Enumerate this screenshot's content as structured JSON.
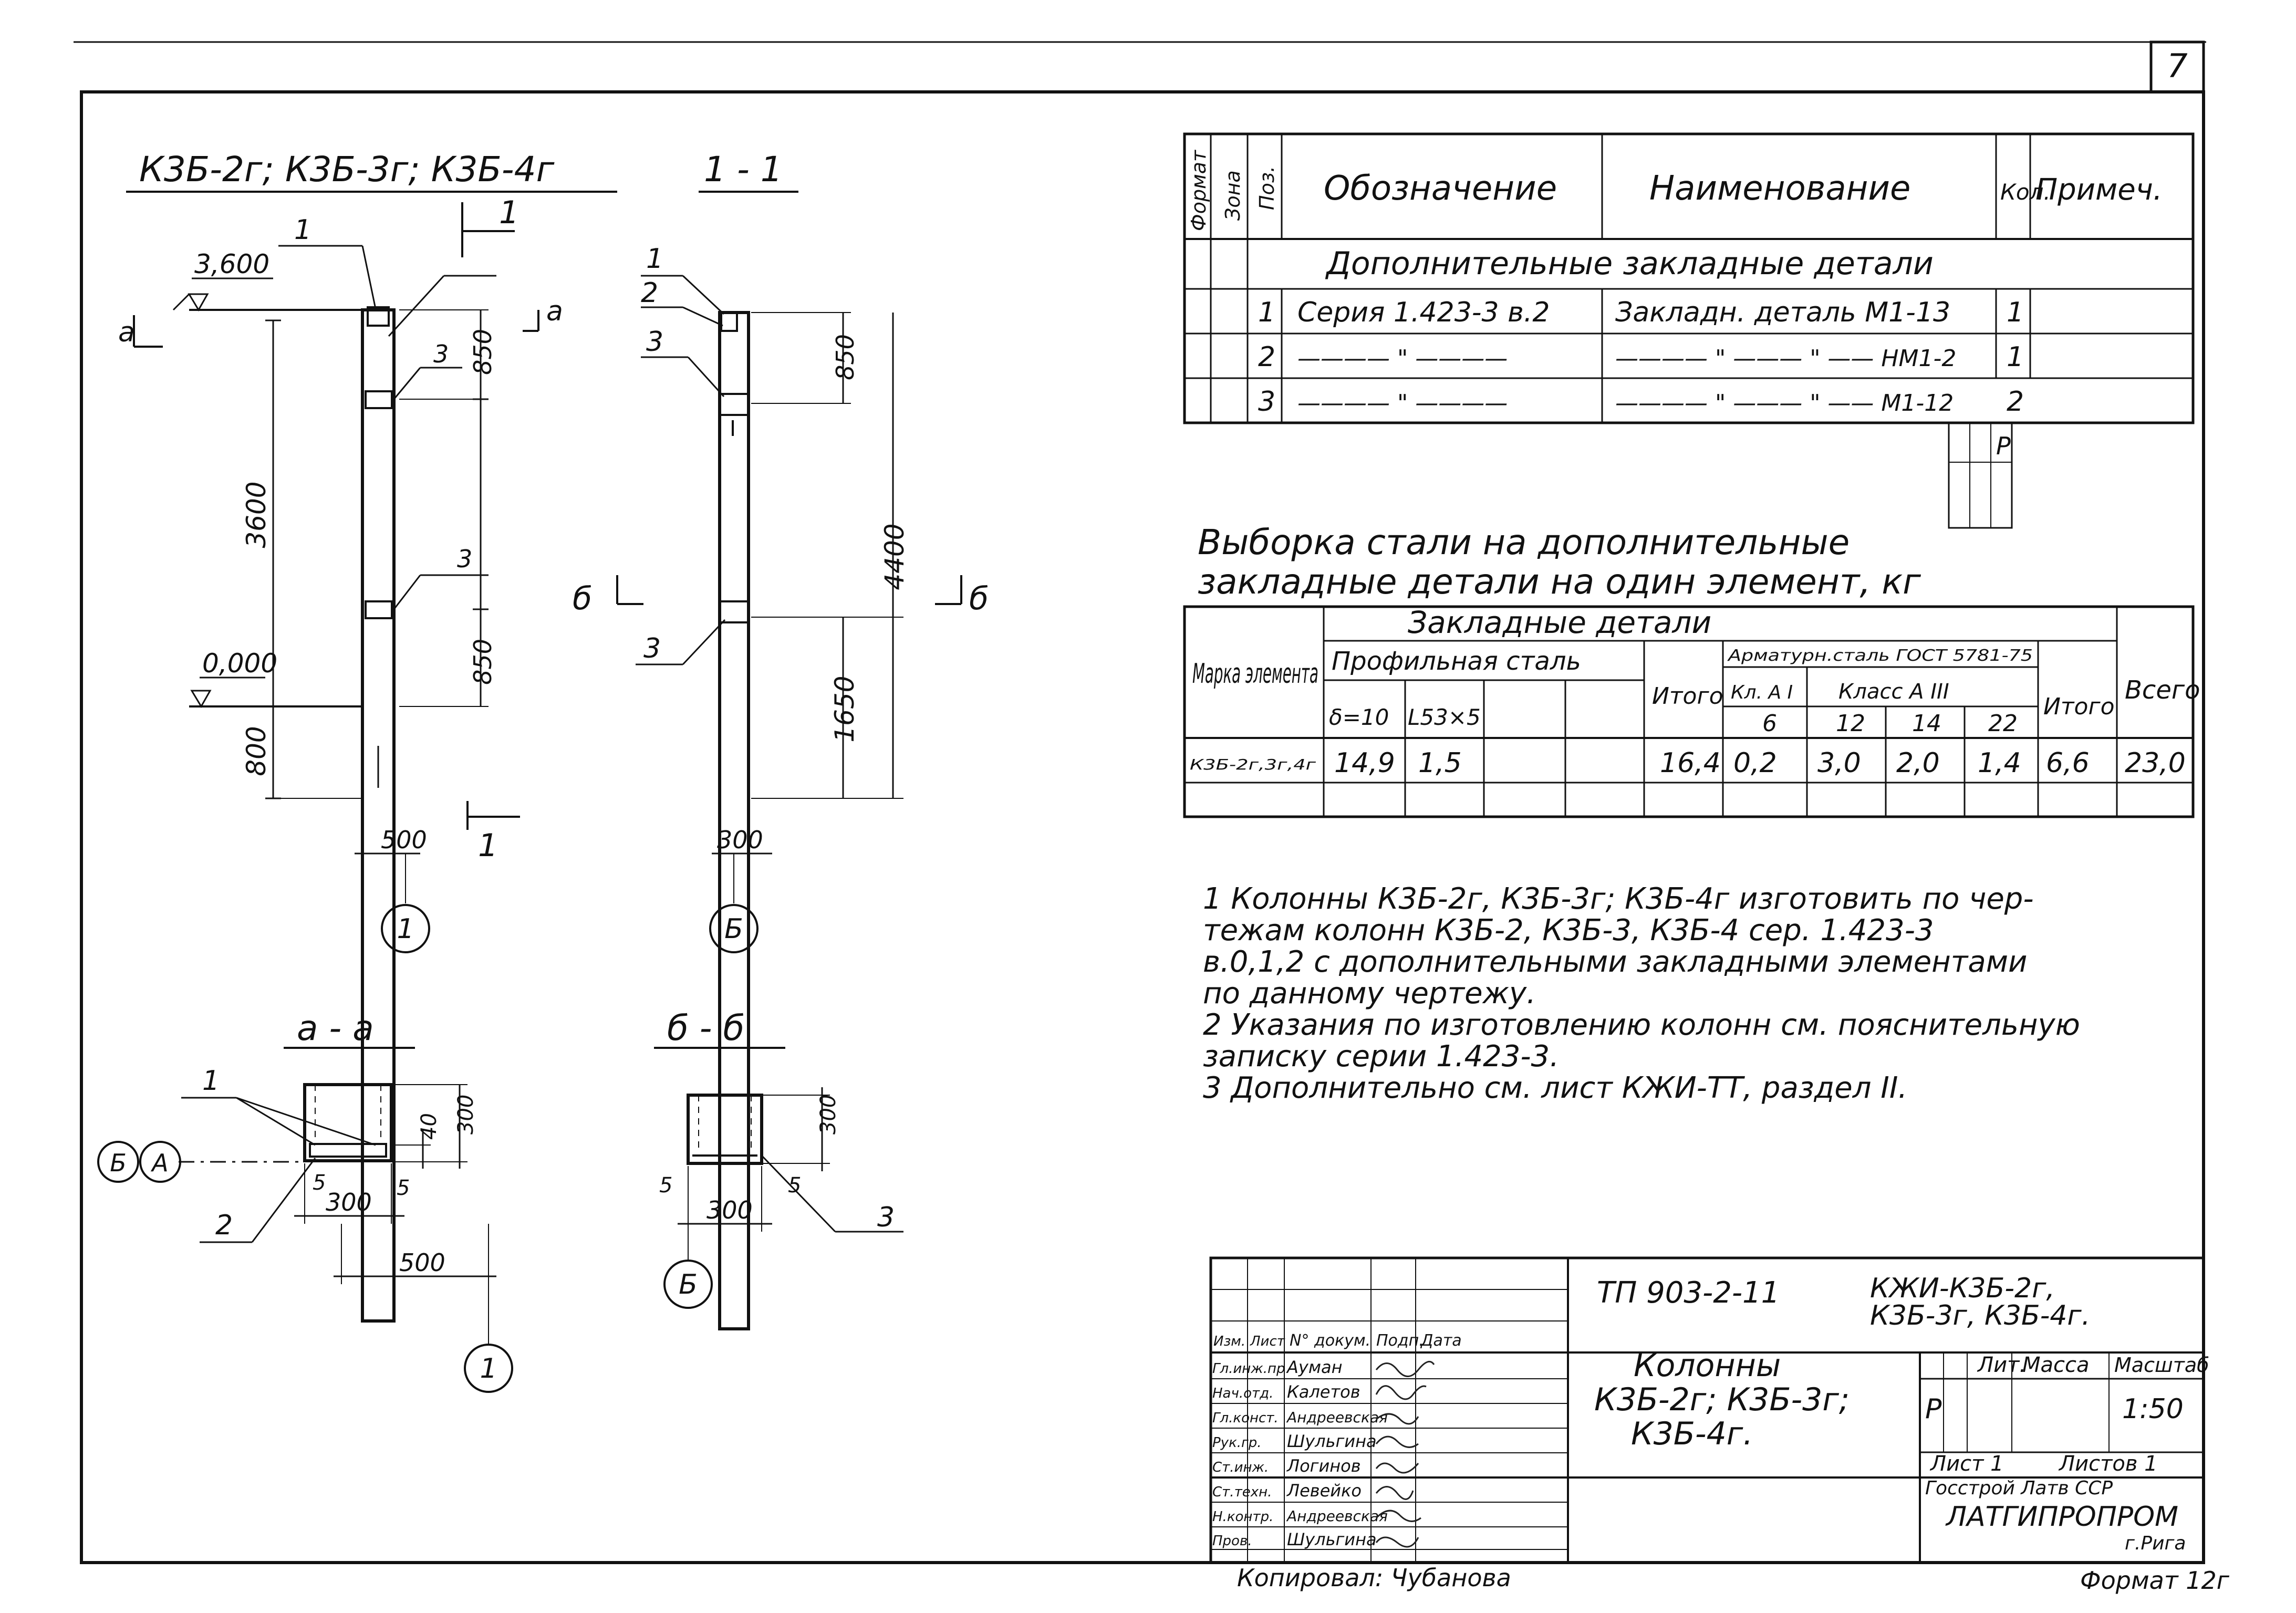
{
  "sheet": {
    "page_number": "7",
    "format_note": "Формат 12г",
    "copied_by": "Копировал: Чубанова"
  },
  "elevation": {
    "title": "К3Б-2г; К3Б-3г; К3Б-4г",
    "section_mark": "1",
    "level_top": "3,600",
    "level_zero": "0,000",
    "mark_a": "а",
    "dim_3600": "3600",
    "dim_850_top": "850",
    "dim_850_bottom": "850",
    "dim_800": "800",
    "dim_500": "500",
    "axis": "1",
    "callouts": [
      "1",
      "3",
      "3"
    ]
  },
  "section11": {
    "title": "1 - 1",
    "mark_b": "б",
    "dim_850": "850",
    "dim_4400": "4400",
    "dim_1650": "1650",
    "dim_300": "300",
    "axis": "Б",
    "callouts": [
      "1",
      "2",
      "3",
      "3"
    ]
  },
  "section_aa": {
    "title": "а - а",
    "dim_40": "40",
    "dim_300v": "300",
    "dim_5l": "5",
    "dim_5r": "5",
    "dim_300": "300",
    "dim_500": "500",
    "axis_b": "Б",
    "axis_a": "А",
    "axis_1": "1",
    "callout_1": "1",
    "callout_2": "2"
  },
  "section_bb": {
    "title": "б - б",
    "dim_300v": "300",
    "dim_5l": "5",
    "dim_5r": "5",
    "dim_300": "300",
    "axis": "Б",
    "callout_3": "3"
  },
  "spec_table": {
    "headers": {
      "format": "Формат",
      "zone": "Зона",
      "pos": "Поз.",
      "designation": "Обозначение",
      "name": "Наименование",
      "qty": "Кол.",
      "note": "Примеч."
    },
    "section_title": "Дополнительные закладные детали",
    "rows": [
      {
        "pos": "1",
        "designation": "Серия 1.423-3 в.2",
        "name": "Закладн. деталь  М1-13",
        "qty": "1"
      },
      {
        "pos": "2",
        "designation": "———— \" ————",
        "name": "———— \" ——— \" —— НМ1-2",
        "qty": "1"
      },
      {
        "pos": "3",
        "designation": "———— \" ————",
        "name": "———— \" ——— \" —— М1-12",
        "qty": "2"
      }
    ],
    "stamp_note": "Р"
  },
  "steel_table": {
    "title_line1": "Выборка   стали   на   дополнительные",
    "title_line2": "закладные  детали  на  один  элемент, кг",
    "h_mark": "Марка элемента",
    "h_embedded": "Закладные       детали",
    "h_profile": "Профильная сталь",
    "h_rebar": "Арматурн.сталь ГОСТ 5781-75",
    "h_class_ai": "Кл. А I",
    "h_class_aiii": "Класс А III",
    "h_total_sub": "Итого",
    "h_total_sub2": "Итого",
    "h_total": "Всего",
    "h_d10": "δ=10",
    "h_l53": "L53×5",
    "h_6": "6",
    "h_12": "12",
    "h_14": "14",
    "h_22": "22",
    "row": {
      "mark": "К3Б-2г,3г,4г",
      "d10": "14,9",
      "l53": "1,5",
      "total_profile": "16,4",
      "r6": "0,2",
      "r12": "3,0",
      "r14": "2,0",
      "r22": "1,4",
      "total_rebar": "6,6",
      "total": "23,0"
    }
  },
  "notes": [
    "1 Колонны  К3Б-2г, К3Б-3г; К3Б-4г  изготовить по чер-",
    "   тежам  колонн  К3Б-2,  К3Б-3,  К3Б-4 сер. 1.423-3",
    "   в.0,1,2  с  дополнительными   закладными элементами",
    "   по  данному  чертежу.",
    "2 Указания  по изготовлению  колонн  см. пояснительную",
    "   записку    серии  1.423-3.",
    "3 Дополнительно см.  лист  КЖИ-ТТ,  раздел II."
  ],
  "title_block": {
    "code": "ТП 903-2-11",
    "sheet_code_1": "КЖИ-К3Б-2г,",
    "sheet_code_2": "К3Б-3г, К3Б-4г.",
    "name_1": "Колонны",
    "name_2": "К3Б-2г; К3Б-3г;",
    "name_3": "К3Б-4г.",
    "stage_label": "Лит.",
    "mass_label": "Масса",
    "scale_label": "Масштаб",
    "stage": "Р",
    "scale": "1:50",
    "sheet_label": "Лист 1",
    "sheets_label": "Листов 1",
    "org_1": "Госстрой Латв ССР",
    "org_2": "ЛАТГИПРОПРОМ",
    "org_3": "г.Рига",
    "col_headers": [
      "Изм.",
      "Лист",
      "N° докум.",
      "Подп.",
      "Дата"
    ],
    "staff": [
      {
        "role": "Гл.инж.пр",
        "name": "Ауман"
      },
      {
        "role": "Нач.отд.",
        "name": "Калетов"
      },
      {
        "role": "Гл.конст.",
        "name": "Андреевская"
      },
      {
        "role": "Рук.гр.",
        "name": "Шульгина"
      },
      {
        "role": "Ст.инж.",
        "name": "Логинов"
      },
      {
        "role": "Ст.техн.",
        "name": "Левейко"
      },
      {
        "role": "Н.контр.",
        "name": "Андреевская"
      },
      {
        "role": "Пров.",
        "name": "Шульгина"
      }
    ]
  }
}
